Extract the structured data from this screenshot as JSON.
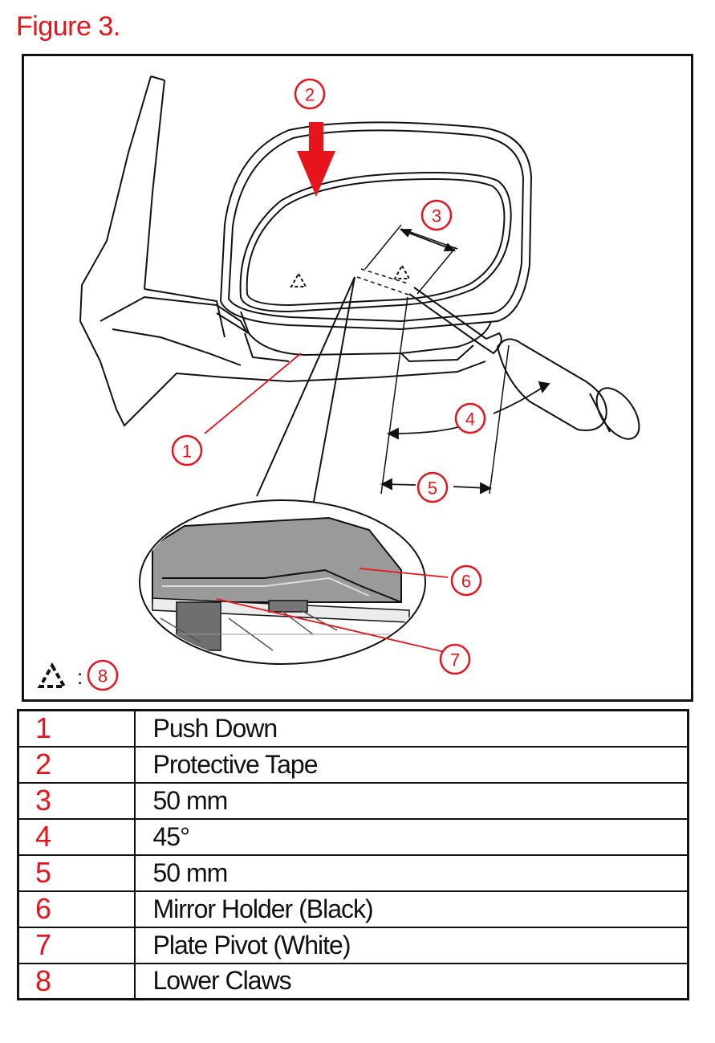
{
  "figure": {
    "title": "Figure 3."
  },
  "callouts": [
    {
      "id": "callout-1",
      "number": "1"
    },
    {
      "id": "callout-2",
      "number": "2"
    },
    {
      "id": "callout-3",
      "number": "3"
    },
    {
      "id": "callout-4",
      "number": "4"
    },
    {
      "id": "callout-5",
      "number": "5"
    },
    {
      "id": "callout-6",
      "number": "6"
    },
    {
      "id": "callout-7",
      "number": "7"
    },
    {
      "id": "callout-8",
      "number": "8"
    }
  ],
  "key": {
    "separator": ":",
    "number": "8",
    "symbol": "triangle-claw-icon"
  },
  "legend": {
    "rows": [
      {
        "number": "1",
        "label": "Push Down"
      },
      {
        "number": "2",
        "label": "Protective Tape"
      },
      {
        "number": "3",
        "label": "50 mm"
      },
      {
        "number": "4",
        "label": "45°"
      },
      {
        "number": "5",
        "label": "50 mm"
      },
      {
        "number": "6",
        "label": "Mirror Holder (Black)"
      },
      {
        "number": "7",
        "label": "Plate Pivot (White)"
      },
      {
        "number": "8",
        "label": "Lower Claws"
      }
    ]
  },
  "colors": {
    "accent": "#e8141b",
    "line": "#111111"
  }
}
